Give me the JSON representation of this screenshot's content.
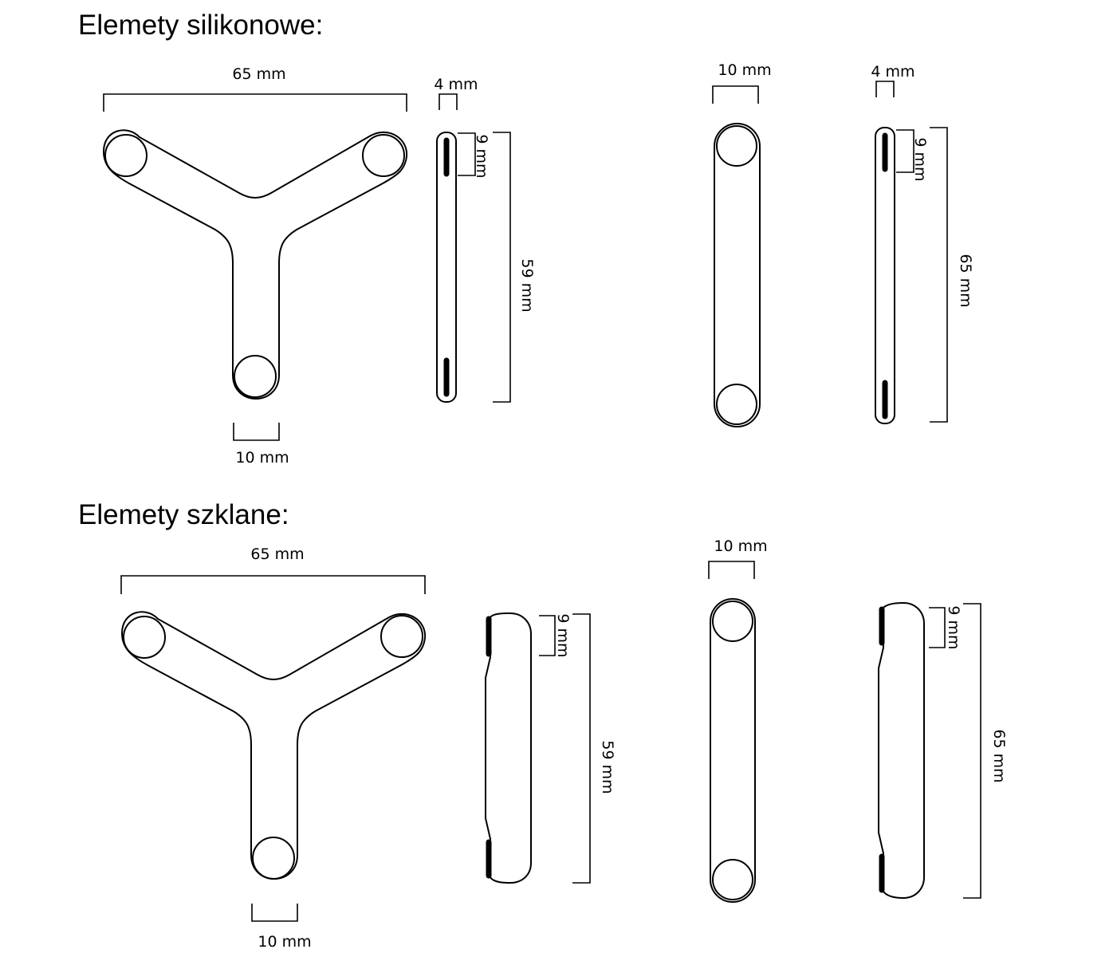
{
  "sections": {
    "silicone": {
      "title": "Elemety silikonowe:",
      "dims": {
        "y_width": "65 mm",
        "y_arm": "10 mm",
        "side_thickness": "4 mm",
        "side_insert": "9 mm",
        "side_length": "59 mm",
        "bar_width": "10 mm",
        "bar_side_thickness": "4 mm",
        "bar_side_insert": "9 mm",
        "bar_side_length": "65 mm"
      }
    },
    "glass": {
      "title": "Elemety szklane:",
      "dims": {
        "y_width": "65 mm",
        "y_arm": "10 mm",
        "side_insert": "9 mm",
        "side_length": "59 mm",
        "bar_width": "10 mm",
        "bar_side_insert": "9 mm",
        "bar_side_length": "65 mm"
      }
    }
  }
}
